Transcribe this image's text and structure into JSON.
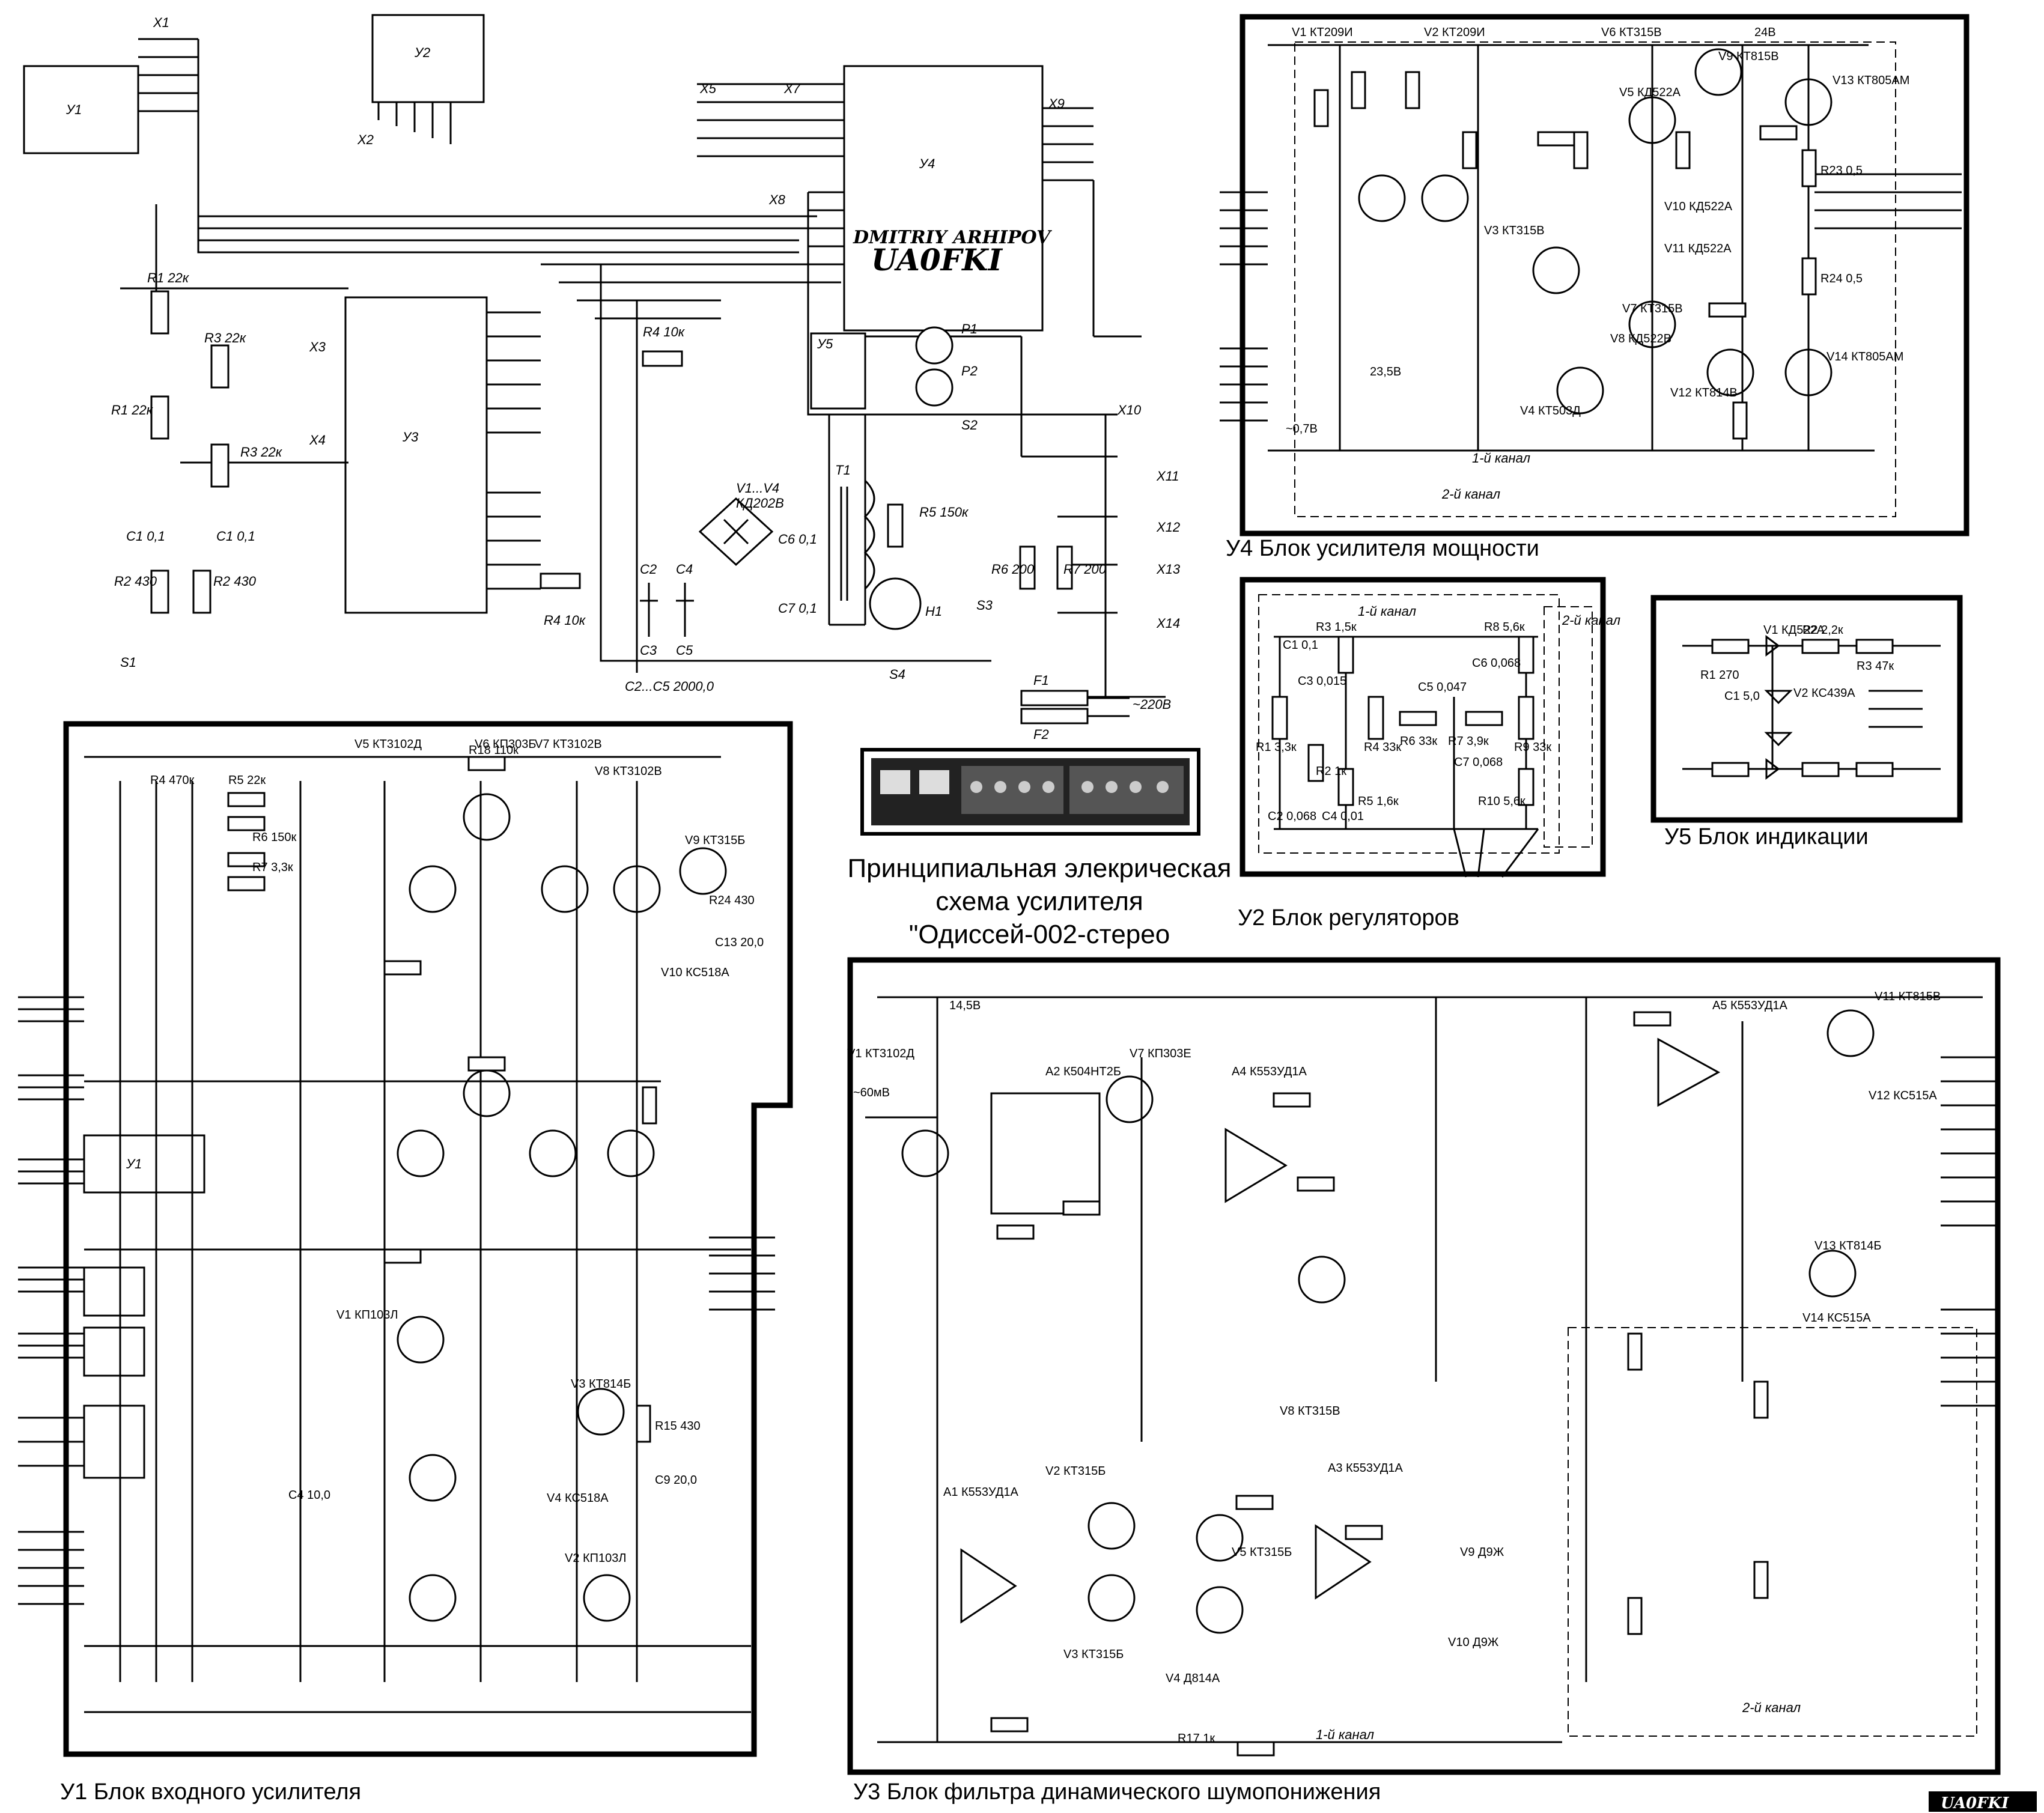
{
  "title_lines": [
    "Принципиальная элекрическая",
    "схема усилителя",
    "\"Одиссей-002-стерео"
  ],
  "stamp": {
    "name": "DMITRIY ARHIPOV",
    "call": "UA0FKI",
    "corner": "UA0FKI"
  },
  "blocks": {
    "u1": {
      "caption": "У1  Блок входного усилителя",
      "label": "У1"
    },
    "u2": {
      "caption": "У2 Блок регуляторов",
      "label": "У2",
      "channel1": "1-й канал",
      "channel2": "2-й канал"
    },
    "u3": {
      "caption": "У3 Блок фильтра динамического шумопонижения",
      "label": "У3",
      "channel1": "1-й канал",
      "channel2": "2-й канал"
    },
    "u4": {
      "caption": "У4 Блок усилителя мощности",
      "label": "У4",
      "channel1": "1-й канал",
      "channel2": "2-й канал"
    },
    "u5": {
      "caption": "У5 Блок индикации",
      "label": "У5"
    }
  },
  "main": {
    "resistors": [
      "R1 22к",
      "R3 22к",
      "R1 22к",
      "R3 22к",
      "R2 430",
      "R2 430",
      "R4 10к",
      "R4 10к",
      "R5 150к",
      "R6 200",
      "R7 200"
    ],
    "capacitors": [
      "C1 0,1",
      "C1 0,1",
      "C2",
      "C4",
      "C3",
      "C5",
      "C6 0,1",
      "C7 0,1",
      "C2...C5 2000,0"
    ],
    "connectors": [
      "X1",
      "X2",
      "X3",
      "X4",
      "X5",
      "X7",
      "X8",
      "X9",
      "X10",
      "X11",
      "X12",
      "X13",
      "X14"
    ],
    "misc": [
      "S1",
      "S2",
      "S3",
      "S4",
      "T1",
      "H1",
      "P1",
      "P2",
      "F1",
      "F2",
      "V1...V4",
      "КД202В",
      "~220В"
    ]
  },
  "u1_parts": [
    "V5 КТ3102Д",
    "V6 КП303Б",
    "V7 КТ3102В",
    "V8 КТ3102В",
    "V9 КТ315Б",
    "V10 КС518А",
    "V1 КП103Л",
    "V2 КП103Л",
    "V3 КТ814Б",
    "V4 КС518А",
    "R4 470к",
    "R5 22к",
    "R6 150к",
    "R7 3,3к",
    "R18 110к",
    "R24 430",
    "C13 20,0",
    "C4 10,0",
    "R15 430",
    "C9 20,0"
  ],
  "u4_parts": [
    "V1 КТ209И",
    "V2 КТ209И",
    "V6 КТ315В",
    "V9 КТ815В",
    "V13 КТ805АМ",
    "V14 КТ805АМ",
    "V12 КТ814В",
    "V4 КТ503Д",
    "V3 КТ315В",
    "V7 КТ315В",
    "V5 КД522А",
    "V10 КД522А",
    "V11 КД522А",
    "V8 КД522В",
    "R23 0,5",
    "R24 0,5",
    "24В",
    "23,5В",
    "~0,7В"
  ],
  "u2_parts": [
    "R3 1,5к",
    "R8 5,6к",
    "C1 0,1",
    "C3 0,015",
    "C5 0,047",
    "C6 0,068",
    "R1 3,3к",
    "R4 33к",
    "R6 33к",
    "R7 3,9к",
    "R9 33к",
    "C7 0,068",
    "R2 1к",
    "R5 1,6к",
    "R10 5,6к",
    "C2 0,068",
    "C4 0,01"
  ],
  "u5_parts": [
    "V1 КД522А",
    "R2 2,2к",
    "R3 47к",
    "V2 КС439А",
    "C1 5,0",
    "R1 270"
  ],
  "u3_parts": [
    "V1 КТ3102Д",
    "A2 К504НТ2Б",
    "V7 КП303Е",
    "A4 К553УД1А",
    "A5 К553УД1А",
    "V11 КТ815В",
    "V12 КС515А",
    "V13 КТ814Б",
    "V14 КС515А",
    "V8 КТ315В",
    "A1 К553УД1А",
    "V2 КТ315Б",
    "V3 КТ315Б",
    "V5 КТ315Б",
    "V4 Д814А",
    "A3 К553УД1А",
    "V9 Д9Ж",
    "V10 Д9Ж",
    "R17 1к",
    "14,5В",
    "~60мВ"
  ]
}
